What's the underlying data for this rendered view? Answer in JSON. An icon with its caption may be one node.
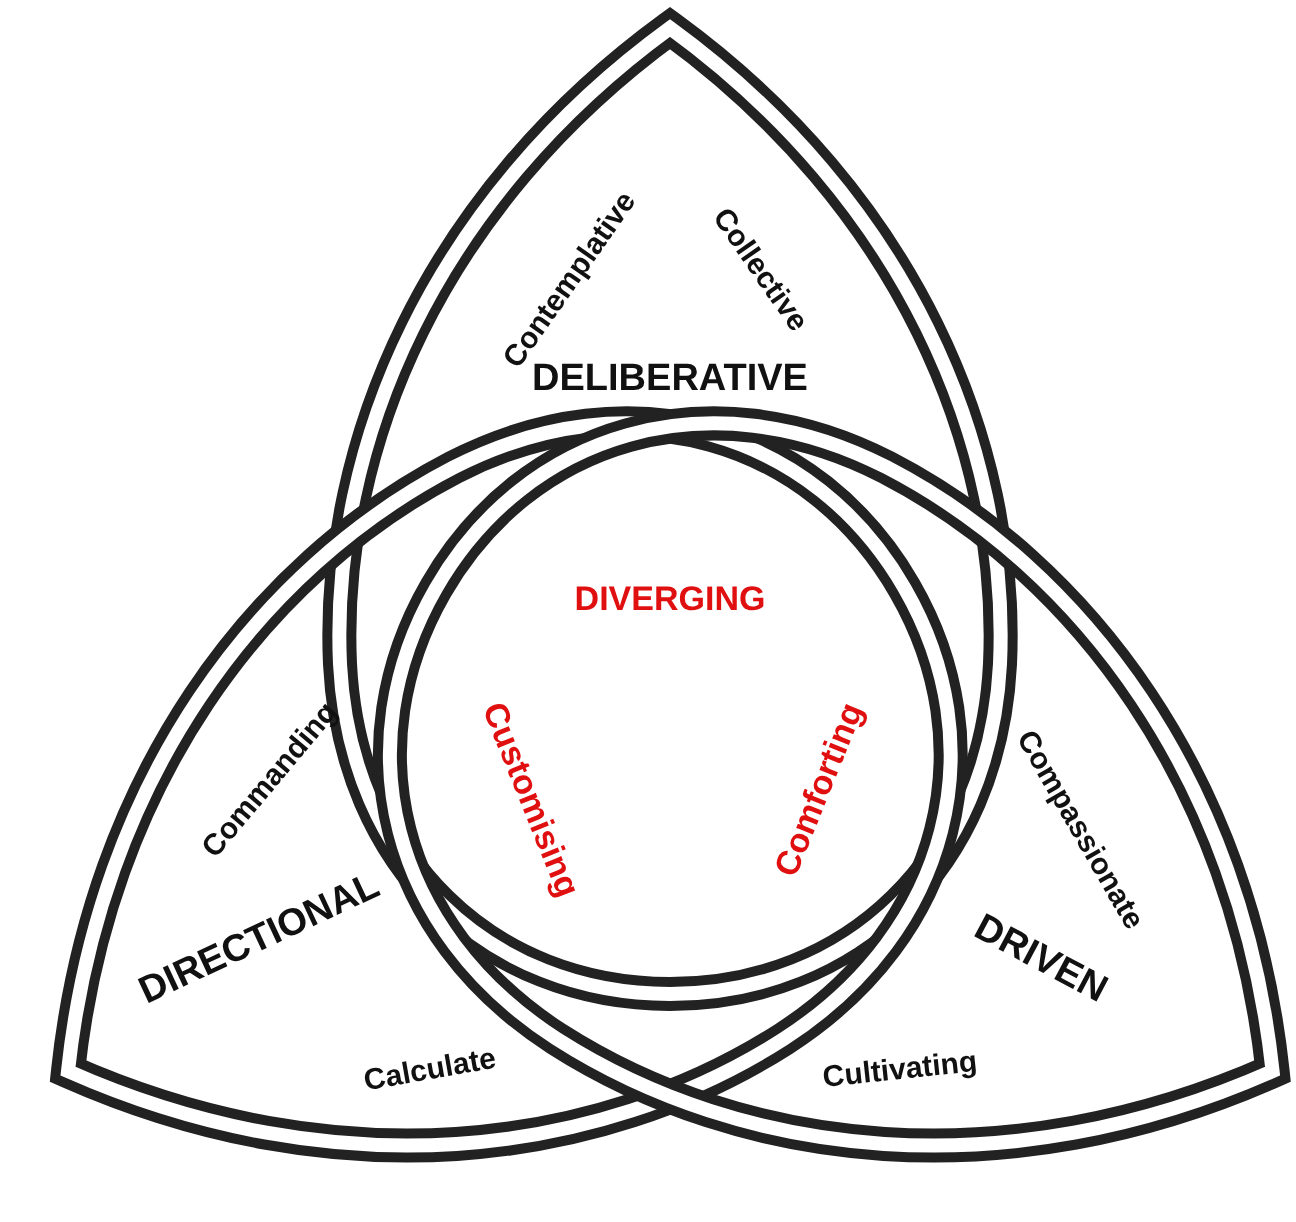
{
  "diagram": {
    "nodes": [
      {
        "text": [
          "Contemplative",
          "Collective",
          "DELIBERATIVE"
        ]
      },
      {
        "text": [
          "Commanding",
          "DIRECTIONAL",
          "Calculate"
        ]
      },
      {
        "text": [
          "Compassionate",
          "DRIVEN",
          "Cultivating"
        ]
      }
    ],
    "labels": [
      "DIVERGING",
      "Customising",
      "Comforting"
    ]
  }
}
